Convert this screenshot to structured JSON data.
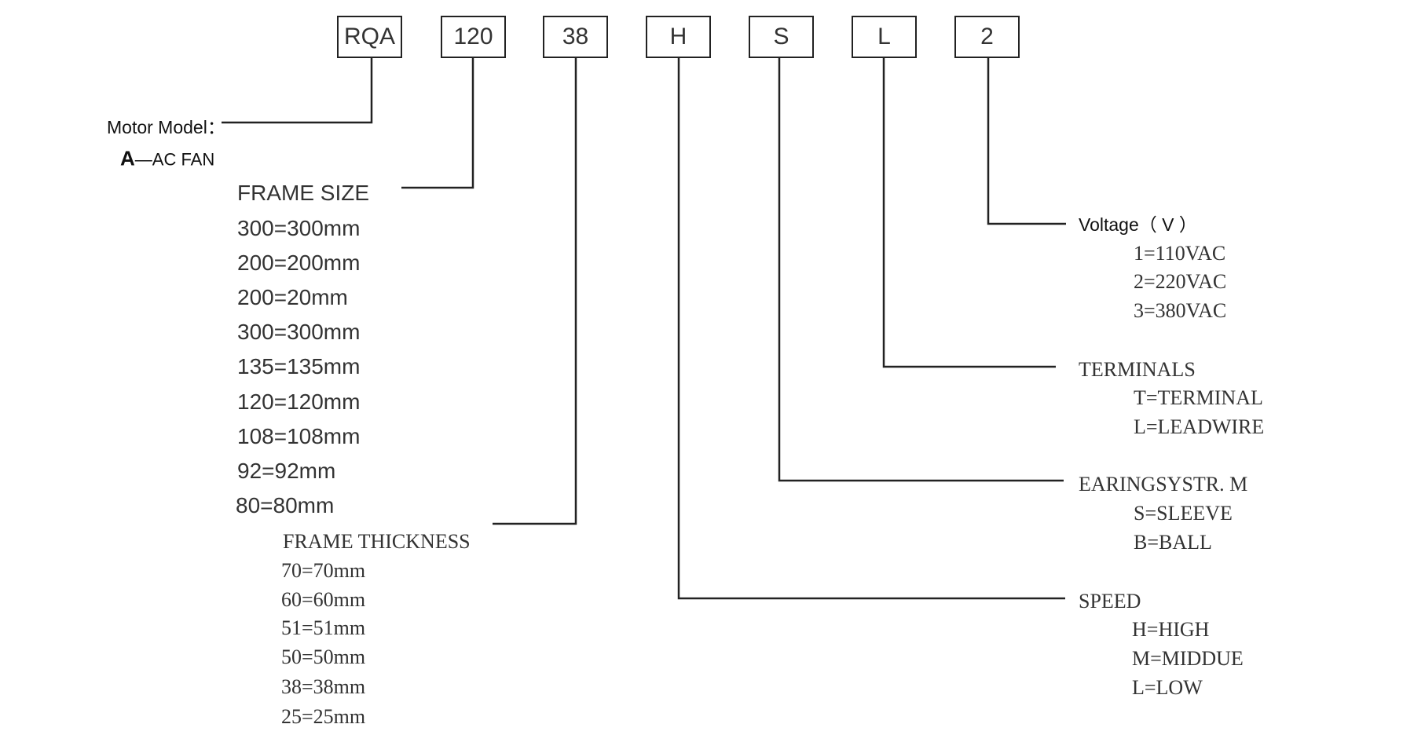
{
  "code_boxes": [
    "RQA",
    "120",
    "38",
    "H",
    "S",
    "L",
    "2"
  ],
  "motor_model": {
    "label": "Motor Model：",
    "prefix": "A",
    "desc": "—AC FAN"
  },
  "frame_size": {
    "title": "FRAME SIZE",
    "items": [
      "300=300mm",
      "200=200mm",
      "200=20mm",
      "300=300mm",
      "135=135mm",
      "120=120mm",
      "108=108mm",
      "92=92mm",
      "80=80mm"
    ]
  },
  "frame_thickness": {
    "title": "FRAME THICKNESS",
    "items": [
      "70=70mm",
      "60=60mm",
      "51=51mm",
      "50=50mm",
      "38=38mm",
      "25=25mm"
    ]
  },
  "voltage": {
    "title": "Voltage（ V ）",
    "items": [
      "1=110VAC",
      "2=220VAC",
      "3=380VAC"
    ]
  },
  "terminals": {
    "title": "TERMINALS",
    "items": [
      "T=TERMINAL",
      "L=LEADWIRE"
    ]
  },
  "bearing": {
    "title": "EARINGSYSTR. M",
    "items": [
      "S=SLEEVE",
      "B=BALL"
    ]
  },
  "speed": {
    "title": "SPEED",
    "items": [
      "H=HIGH",
      "M=MIDDUE",
      "L=LOW"
    ]
  }
}
